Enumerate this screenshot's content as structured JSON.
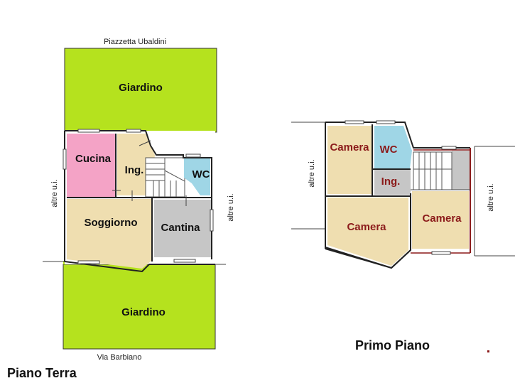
{
  "colors": {
    "garden": "#b5e21e",
    "kitchen": "#f4a3c6",
    "room": "#efdeb0",
    "wc": "#9fd6e6",
    "cellar": "#c6c6c6",
    "wall": "#222222",
    "room_label_upper": "#8b1a1a"
  },
  "ground_floor": {
    "street_top": "Piazzetta Ubaldini",
    "street_bottom": "Via Barbiano",
    "side_left": "altre u.i.",
    "side_right": "altre u.i.",
    "rooms": {
      "garden_top": "Giardino",
      "kitchen": "Cucina",
      "entrance": "Ing.",
      "wc": "WC",
      "living": "Soggiorno",
      "cellar": "Cantina",
      "garden_bottom": "Giardino"
    },
    "title": "Piano Terra"
  },
  "first_floor": {
    "side_left": "altre u.i.",
    "side_right": "altre u.i.",
    "rooms": {
      "bedroom_top": "Camera",
      "wc": "WC",
      "entrance": "Ing.",
      "bedroom_left": "Camera",
      "bedroom_right": "Camera"
    },
    "title": "Primo Piano"
  }
}
